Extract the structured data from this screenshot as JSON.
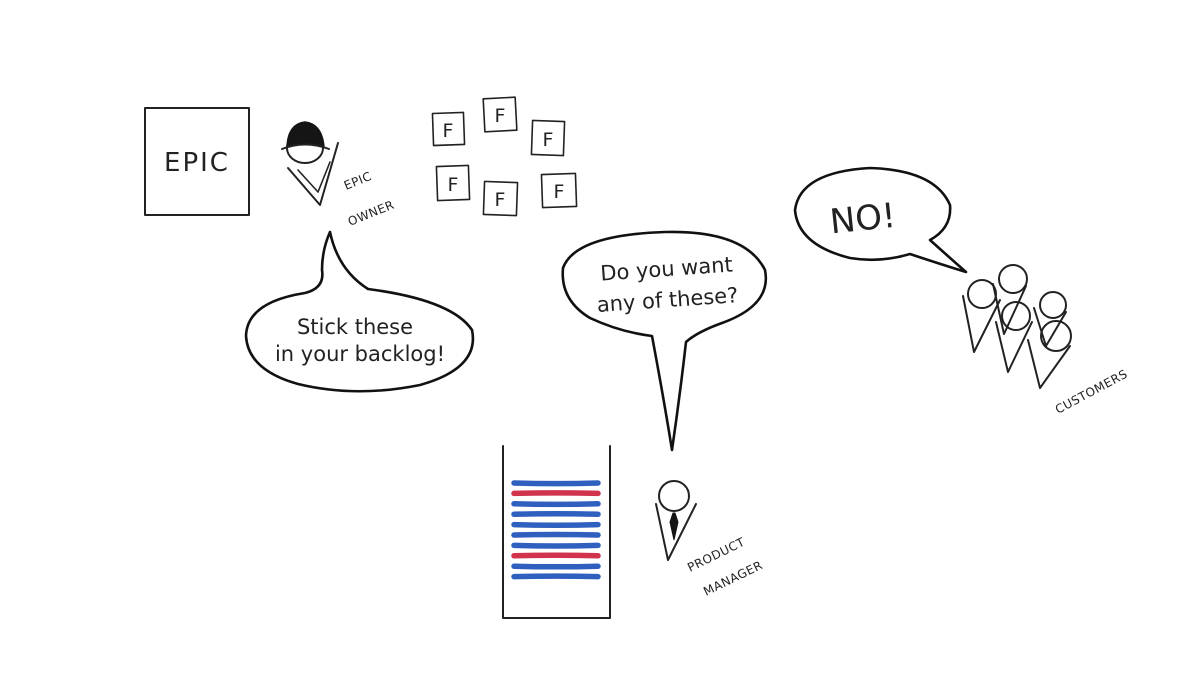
{
  "epic": {
    "label": "EPIC"
  },
  "feature_label": "F",
  "features": [
    "F",
    "F",
    "F",
    "F",
    "F",
    "F"
  ],
  "labels": {
    "epic_owner_line1": "EPIC",
    "epic_owner_line2": "OWNER",
    "product_manager_line1": "PRODUCT",
    "product_manager_line2": "MANAGER",
    "customers": "CUSTOMERS"
  },
  "bubbles": {
    "epic_owner_line1": "Stick these",
    "epic_owner_line2": "in your backlog!",
    "product_manager_line1": "Do you want",
    "product_manager_line2": "any of these?",
    "customers": "NO!"
  },
  "backlog": {
    "stripes": [
      "blue",
      "red",
      "blue",
      "blue",
      "blue",
      "blue",
      "blue",
      "red",
      "blue",
      "blue"
    ],
    "colors": {
      "blue": "#2f5fbf",
      "red": "#d0334b"
    }
  }
}
